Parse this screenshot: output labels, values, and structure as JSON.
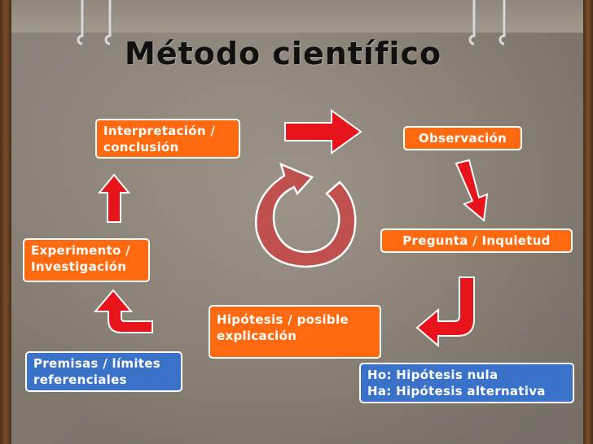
{
  "title": "Método científico",
  "steps": {
    "observacion": "Observación",
    "pregunta": "Pregunta / Inquietud",
    "hipotesis_line1": "Hipótesis / posible",
    "hipotesis_line2": "explicación",
    "experimento_line1": "Experimento /",
    "experimento_line2": "Investigación",
    "interpretacion_line1": "Interpretación /",
    "interpretacion_line2": "conclusión"
  },
  "notes": {
    "premisas_line1": "Premisas / límites",
    "premisas_line2": "referenciales",
    "hipotesis_nula": "Ho: Hipótesis nula",
    "hipotesis_alternativa": "Ha: Hipótesis alternativa"
  },
  "colors": {
    "step_box": "#ff6a10",
    "note_box": "#3a72c9",
    "arrow_red": "#e8141b",
    "cycle_arrow": "#c0504d"
  }
}
